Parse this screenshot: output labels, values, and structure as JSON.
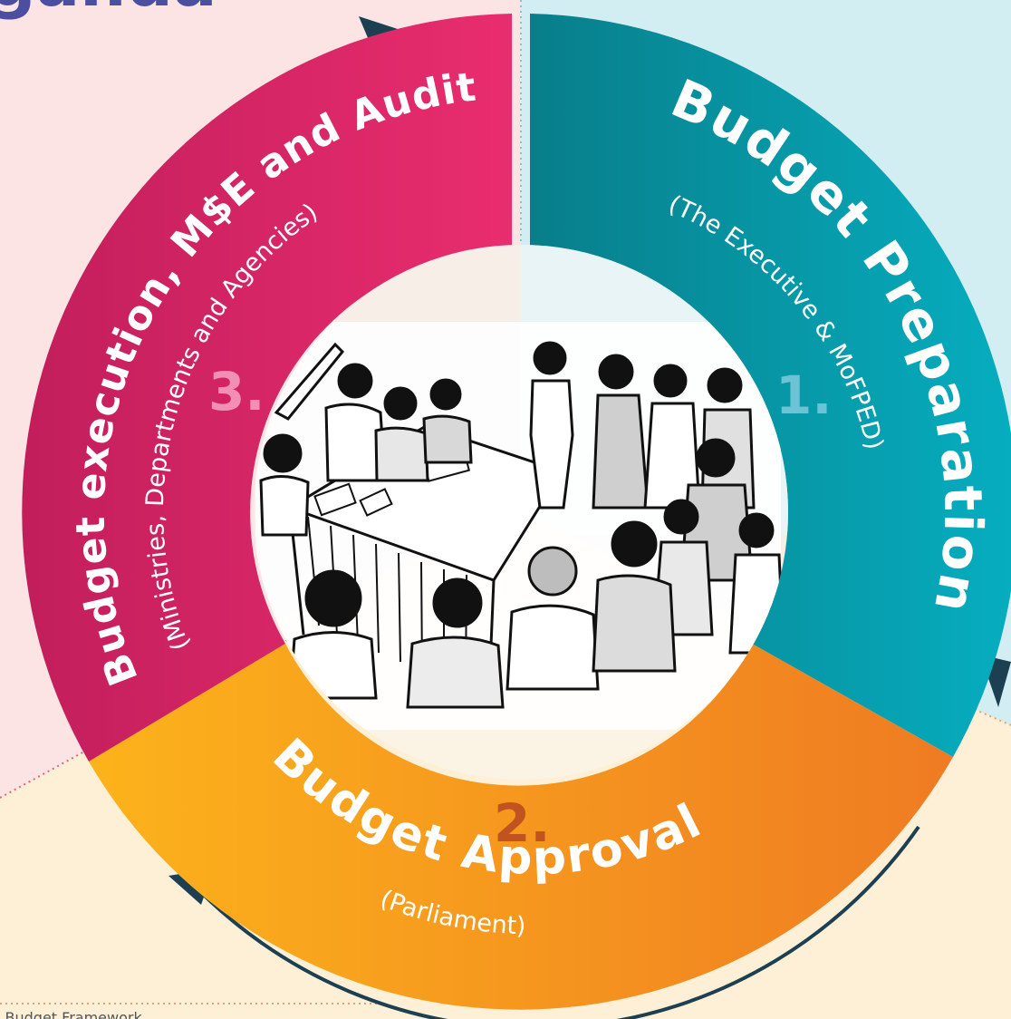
{
  "header_fragment": "ganda",
  "footer_fragment": "l Budget Framework",
  "colors": {
    "bg_left": "#fbe4e3",
    "bg_right": "#d2eef2",
    "bg_bottom": "#fdf0d6",
    "header_text": "#4c4fa0",
    "arrow": "#1c3f52",
    "teal_dark": "#087e8a",
    "teal_light": "#06aec0",
    "orange_left": "#fcb31b",
    "orange_right": "#ef7b22",
    "magenta_left": "#c21e5c",
    "magenta_right": "#e92d6e"
  },
  "stages": [
    {
      "number": "1.",
      "number_color": "#6cc3d6",
      "title": "Budget Preparation",
      "subtitle": "(The Executive & MoFPED)"
    },
    {
      "number": "2.",
      "number_color": "#c0531f",
      "title": "Budget Approval",
      "subtitle": "(Parliament)"
    },
    {
      "number": "3.",
      "number_color": "#f190b4",
      "title": "Budget execution, M$E and Audit",
      "subtitle": "(Ministries, Departments and Agencies)"
    }
  ],
  "illustration": "community-meeting-illustration"
}
